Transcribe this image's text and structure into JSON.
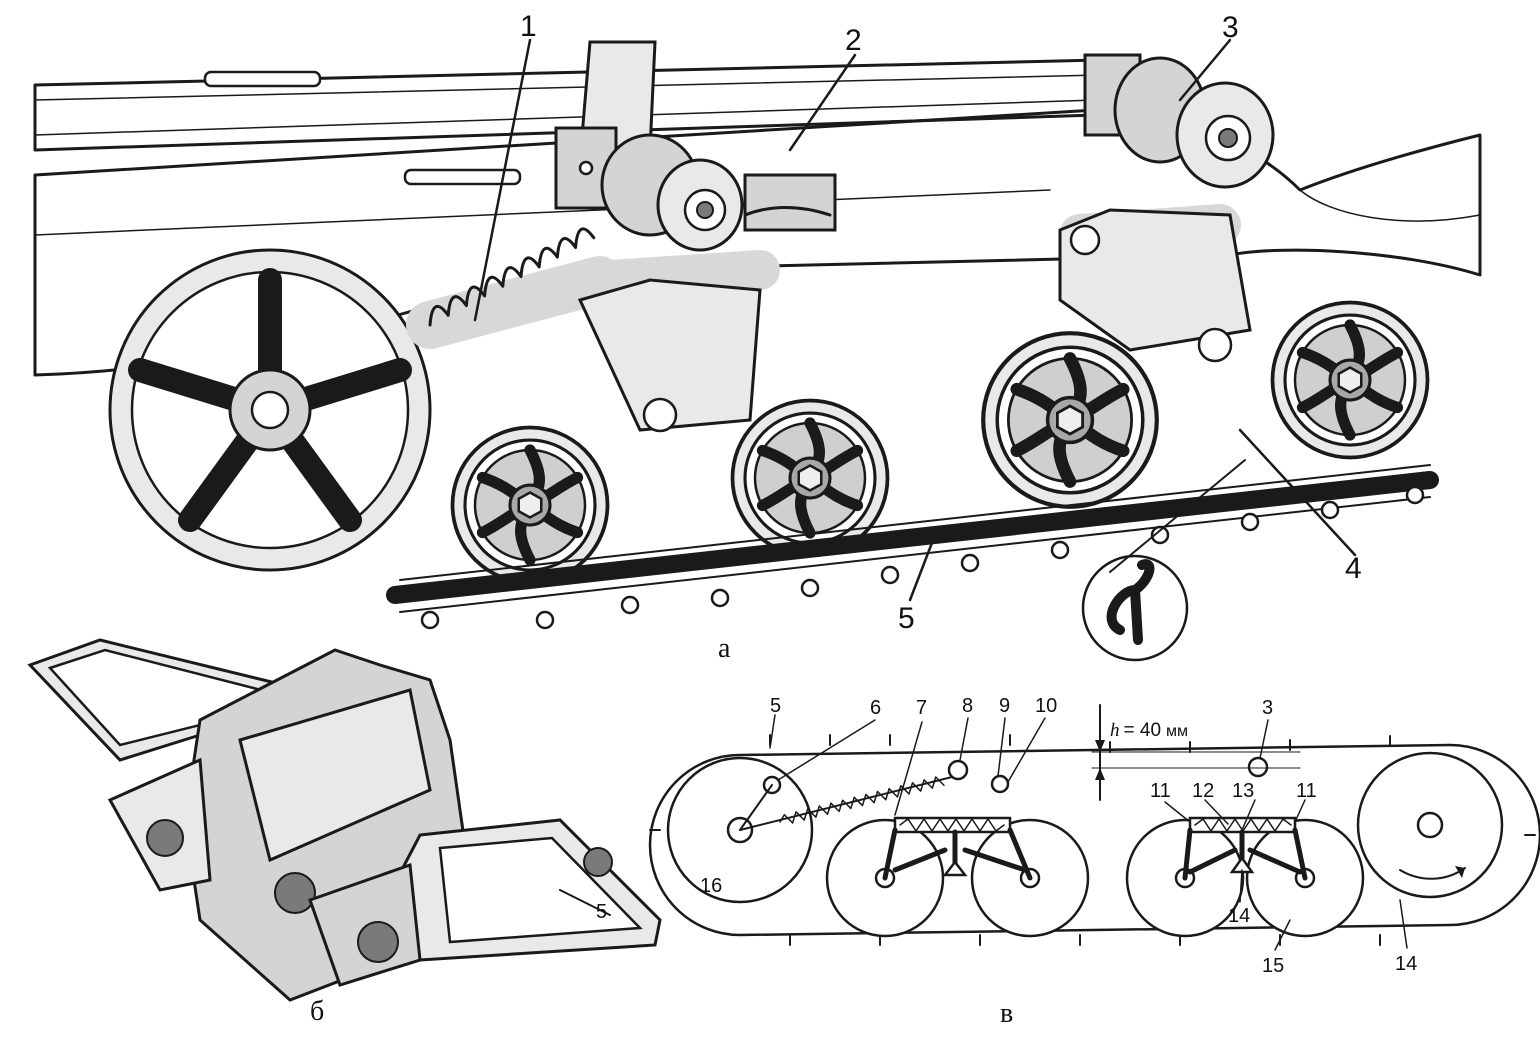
{
  "figure": {
    "panel_labels": {
      "a": "а",
      "b": "б",
      "c": "в"
    },
    "callouts_a": [
      "1",
      "2",
      "3",
      "4",
      "5"
    ],
    "callout_b": "5",
    "callouts_c": [
      "5",
      "6",
      "7",
      "8",
      "9",
      "10",
      "3",
      "11",
      "12",
      "13",
      "11",
      "14",
      "16",
      "15",
      "14"
    ],
    "h_label": {
      "symbol": "h",
      "value": "= 40",
      "unit": "мм"
    }
  }
}
